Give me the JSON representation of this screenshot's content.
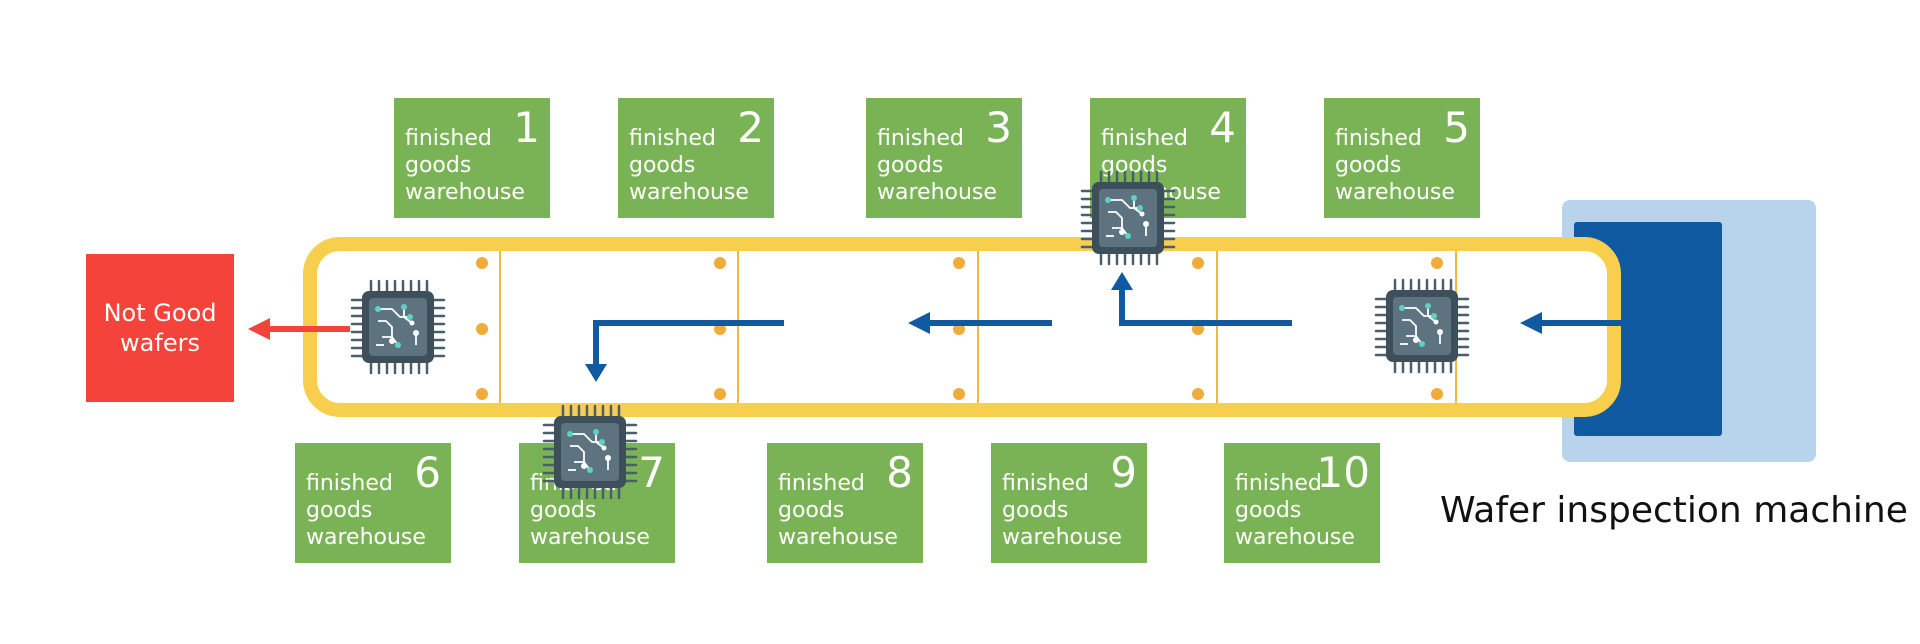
{
  "warehouses_top": [
    {
      "number": "1",
      "label": "finished goods warehouse"
    },
    {
      "number": "2",
      "label": "finished goods warehouse"
    },
    {
      "number": "3",
      "label": "finished goods warehouse"
    },
    {
      "number": "4",
      "label": "finished goods warehouse"
    },
    {
      "number": "5",
      "label": "finished goods warehouse"
    }
  ],
  "warehouses_bottom": [
    {
      "number": "6",
      "label": "finished goods warehouse"
    },
    {
      "number": "7",
      "label": "finished goods warehouse"
    },
    {
      "number": "8",
      "label": "finished goods warehouse"
    },
    {
      "number": "9",
      "label": "finished goods warehouse"
    },
    {
      "number": "10",
      "label": "finished goods warehouse"
    }
  ],
  "reject_bin": {
    "label": "Not Good wafers"
  },
  "machine": {
    "caption": "Wafer inspection machine"
  },
  "colors": {
    "warehouse": "#7ab356",
    "reject": "#f4433a",
    "belt": "#f7cf4d",
    "arrow": "#0f5aa0",
    "machine_outer": "#b8d4ec",
    "machine_inner": "#0f5aa0"
  },
  "icons": [
    "chip-icon"
  ]
}
